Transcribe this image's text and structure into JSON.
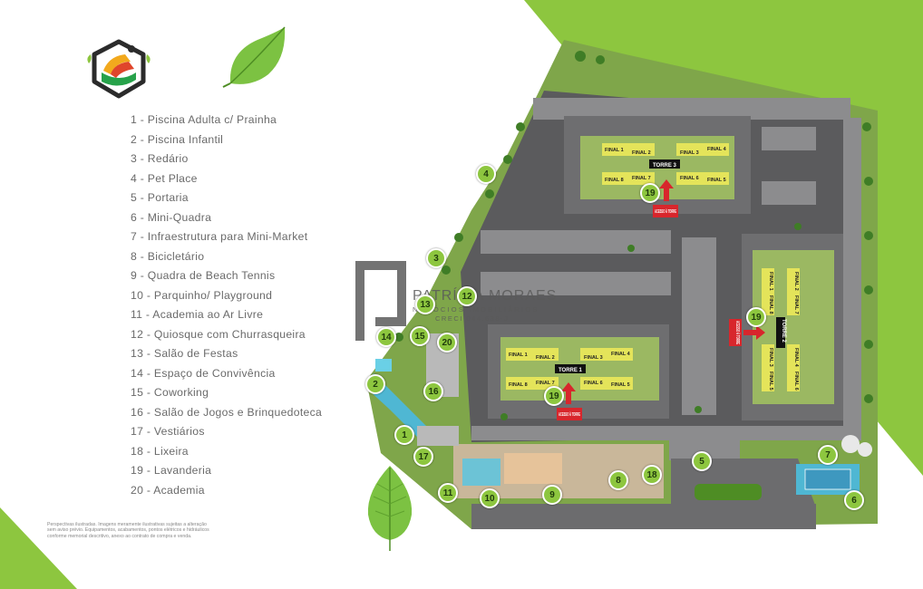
{
  "legend": [
    "1 - Piscina Adulta c/ Prainha",
    "2 - Piscina Infantil",
    "3 - Redário",
    "4 - Pet Place",
    "5 - Portaria",
    "6 - Mini-Quadra",
    "7 - Infraestrutura para Mini-Market",
    "8 - Bicicletário",
    "9 - Quadra de Beach Tennis",
    "10 - Parquinho/ Playground",
    "11 - Academia ao Ar Livre",
    "12 - Quiosque com Churrasqueira",
    "13 - Salão de Festas",
    "14 - Espaço de Convivência",
    "15 - Coworking",
    "16 - Salão de Jogos e Brinquedoteca",
    "17 - Vestiários",
    "18 - Lixeira",
    "19 - Lavanderia",
    "20 - Academia"
  ],
  "disclaimer": "Perspectivas ilustradas. Imagens meramente ilustrativas sujeitas a alteração sem aviso prévio. Equipamentos, acabamentos, pontos elétricos e hidráulicos conforme memorial descritivo, anexo ao contrato de compra e venda.",
  "watermark": {
    "name": "PATRÍCIA MORAES",
    "subtitle": "NEGÓCIOS IMOBILIÁRIOS",
    "creci": "CRECI 044.638-J"
  },
  "towers": {
    "torre1": {
      "name": "TORRE 1",
      "units": [
        "FINAL 1",
        "FINAL 2",
        "FINAL 3",
        "FINAL 4",
        "FINAL 8",
        "FINAL 7",
        "FINAL 6",
        "FINAL 5"
      ],
      "access": "ACESSO À TORRE"
    },
    "torre2": {
      "name": "TORRE 2",
      "units": [
        "FINAL 1",
        "FINAL 2",
        "FINAL 8",
        "FINAL 7",
        "FINAL 3",
        "FINAL 4",
        "FINAL 5",
        "FINAL 6"
      ],
      "access": "ACESSO À TORRE"
    },
    "torre3": {
      "name": "TORRE 3",
      "units": [
        "FINAL 1",
        "FINAL 2",
        "FINAL 3",
        "FINAL 4",
        "FINAL 8",
        "FINAL 7",
        "FINAL 6",
        "FINAL 5"
      ],
      "access": "ACESSO À TORRE"
    }
  },
  "markers": [
    {
      "n": "1"
    },
    {
      "n": "2"
    },
    {
      "n": "3"
    },
    {
      "n": "4"
    },
    {
      "n": "5"
    },
    {
      "n": "6"
    },
    {
      "n": "7"
    },
    {
      "n": "8"
    },
    {
      "n": "9"
    },
    {
      "n": "10"
    },
    {
      "n": "11"
    },
    {
      "n": "12"
    },
    {
      "n": "13"
    },
    {
      "n": "14"
    },
    {
      "n": "15"
    },
    {
      "n": "16"
    },
    {
      "n": "17"
    },
    {
      "n": "18"
    },
    {
      "n": "19"
    },
    {
      "n": "19"
    },
    {
      "n": "19"
    },
    {
      "n": "20"
    }
  ],
  "colors": {
    "accent_green": "#8dc63f",
    "road": "#5b5b5d",
    "lawn": "#7fa64a",
    "arrow_red": "#d8262c"
  }
}
